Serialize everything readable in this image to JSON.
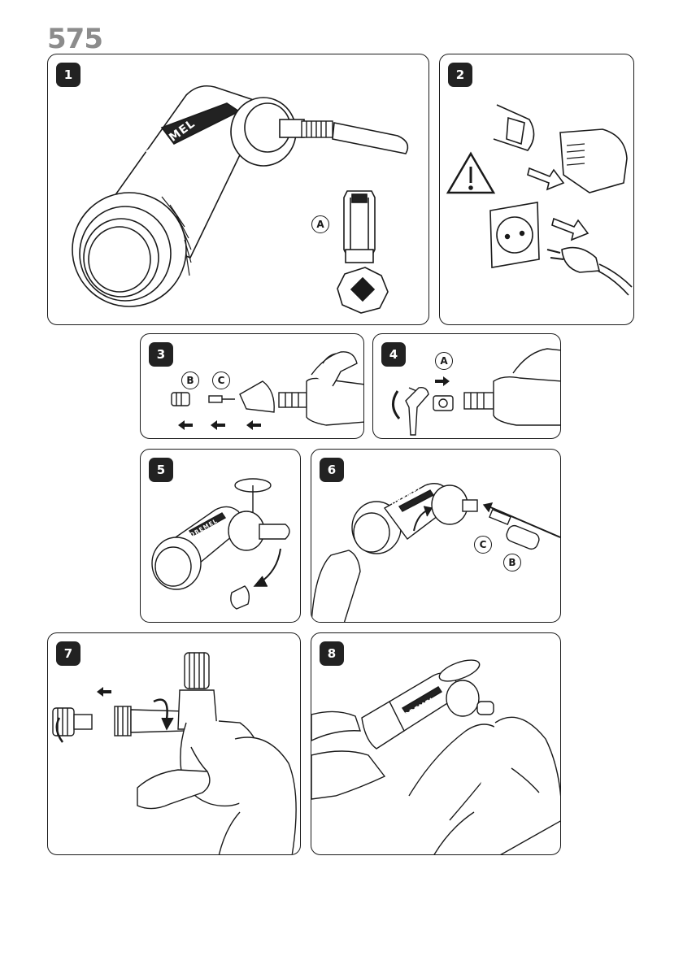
{
  "page": {
    "model_number": "575"
  },
  "panels": [
    {
      "step": "1",
      "labels": [
        "A"
      ],
      "brand": "DREMEL"
    },
    {
      "step": "2"
    },
    {
      "step": "3",
      "labels": [
        "B",
        "C"
      ]
    },
    {
      "step": "4",
      "labels": [
        "A"
      ]
    },
    {
      "step": "5",
      "brand": "DREMEL"
    },
    {
      "step": "6",
      "labels": [
        "C",
        "B"
      ],
      "brand": "DREMEL"
    },
    {
      "step": "7"
    },
    {
      "step": "8",
      "brand": "DREMEL"
    }
  ]
}
